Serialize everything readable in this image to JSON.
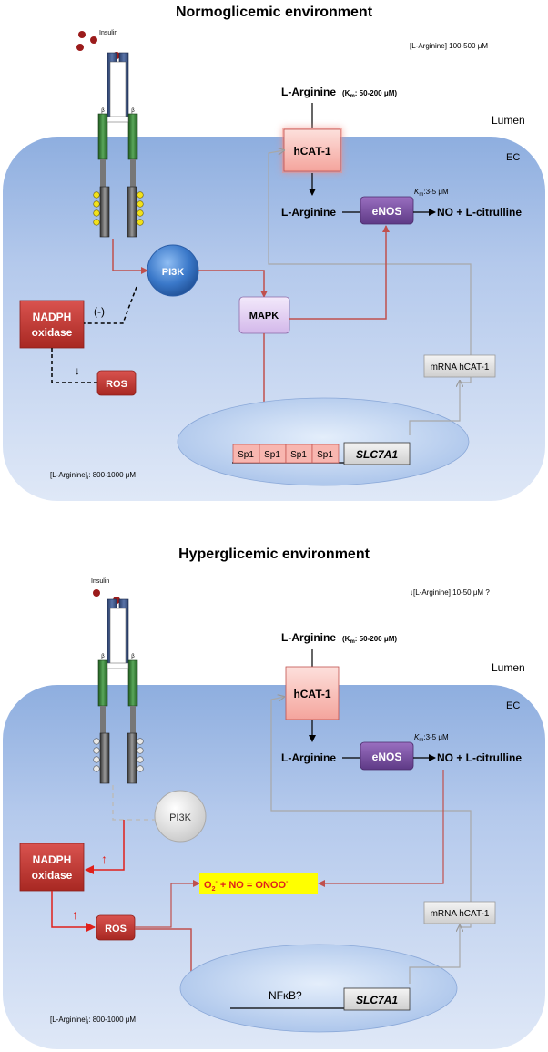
{
  "top": {
    "title": "Normoglicemic environment",
    "insulin": "Insulin",
    "beta": "β",
    "arg_ext": "[L-Arginine] 100-500 μM",
    "lumen": "Lumen",
    "ec": "EC",
    "larg_top": "L-Arginine",
    "km_hcat": "(K",
    "km_hcat_sub": "m",
    "km_hcat_rest": ": 50-200 μM)",
    "hcat": "hCAT-1",
    "larg_in": "L-Arginine",
    "enos": "eNOS",
    "km_enos": "K",
    "km_enos_sub": "m",
    "km_enos_rest": ":3-5 μM",
    "no_cit": "NO + L-citrulline",
    "pi3k": "PI3K",
    "nadph1": "NADPH",
    "nadph2": "oxidase",
    "minus": "(-)",
    "down": "↓",
    "ros": "ROS",
    "mapk": "MAPK",
    "mrna": "mRNA hCAT-1",
    "sp1": [
      "Sp1",
      "Sp1",
      "Sp1",
      "Sp1"
    ],
    "gene": "SLC7A1",
    "arg_int": "[L-Arginine]",
    "arg_int_sub": "i",
    "arg_int_rest": ": 800-1000 μM"
  },
  "bottom": {
    "title": "Hyperglicemic environment",
    "insulin": "Insulin",
    "beta": "β",
    "arg_ext": "↓[L-Arginine] 10-50 μM ?",
    "lumen": "Lumen",
    "ec": "EC",
    "larg_top": "L-Arginine",
    "km_hcat": "(K",
    "km_hcat_sub": "m",
    "km_hcat_rest": ": 50-200 μM)",
    "hcat": "hCAT-1",
    "larg_in": "L-Arginine",
    "enos": "eNOS",
    "km_enos": "K",
    "km_enos_sub": "m",
    "km_enos_rest": ":3-5 μM",
    "no_cit": "NO + L-citrulline",
    "pi3k": "PI3K",
    "nadph1": "NADPH",
    "nadph2": "oxidase",
    "up1": "↑",
    "up2": "↑",
    "ros": "ROS",
    "onoo_a": "O",
    "onoo_sub": "2",
    "onoo_sup": "-",
    "onoo_b": " + NO = ONOO",
    "onoo_sup2": "-",
    "mrna": "mRNA hCAT-1",
    "nfkb": "NFκB?",
    "gene": "SLC7A1",
    "arg_int": "[L-Arginine]",
    "arg_int_sub": "i",
    "arg_int_rest": ": 800-1000 μM"
  },
  "colors": {
    "cell": "#a4bde6",
    "nucleus": "#cfe0f7",
    "hcat": "#f8b6b0",
    "enos": "#7a4d9e",
    "nadph": "#c0342e",
    "arrow_red": "#c0504d",
    "highlight": "#ffff00"
  }
}
